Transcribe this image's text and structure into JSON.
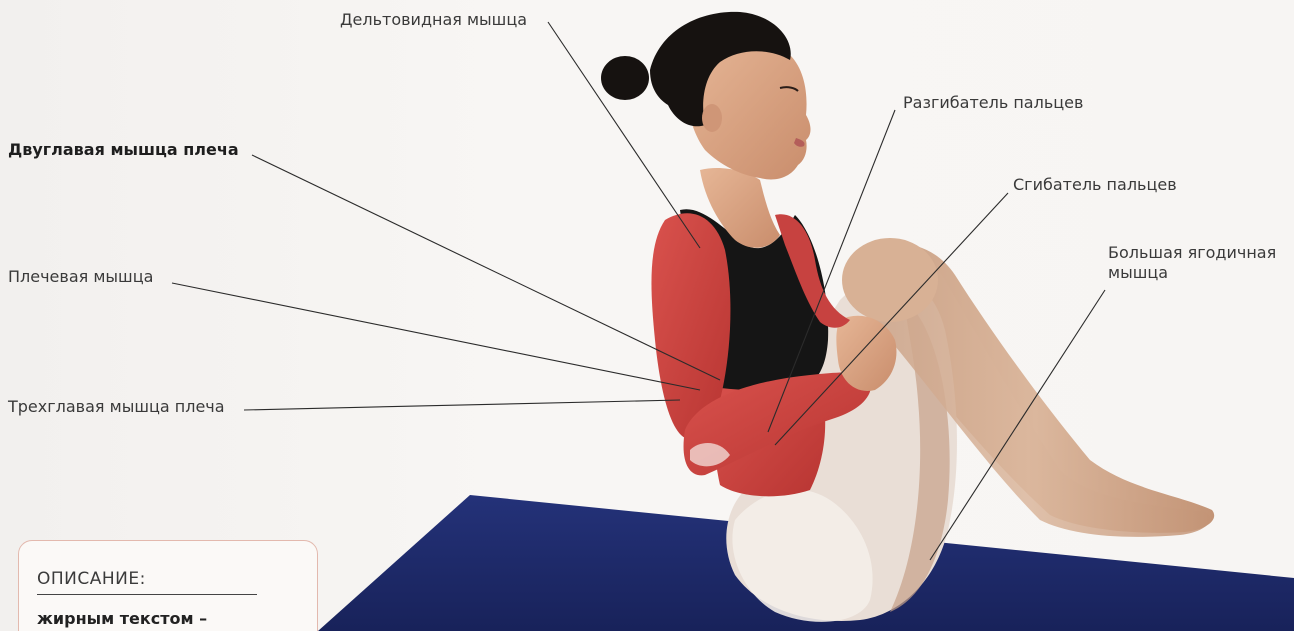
{
  "labels": {
    "deltoid": "Дельтовидная мышца",
    "biceps": "Двуглавая мышца плеча",
    "extensor": "Разгибатель пальцев",
    "flexor": "Сгибатель пальцев",
    "gluteus": "Большая ягодичная мышца",
    "brachialis": "Плечевая мышца",
    "triceps": "Трехглавая мышца плеча"
  },
  "legend": {
    "title": "ОПИСАНИЕ:",
    "bold_desc": "жирным текстом –"
  },
  "colors": {
    "mat": "#1d2a6b",
    "muscle": "#c9413f",
    "skin": "#d9a184",
    "top": "#161616",
    "hair": "#161210",
    "leader": "#2b2b2b",
    "legend_border": "#e3b9ae"
  }
}
